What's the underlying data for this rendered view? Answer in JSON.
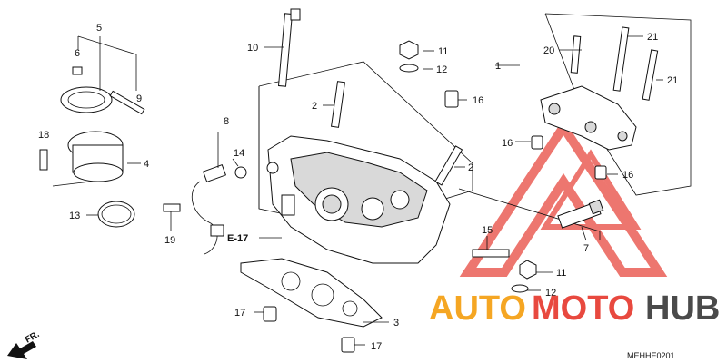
{
  "diagram": {
    "callouts": {
      "c1": "1",
      "c2a": "2",
      "c2b": "2",
      "c3": "3",
      "c4": "4",
      "c5": "5",
      "c6": "6",
      "c7": "7",
      "c8": "8",
      "c9": "9",
      "c10": "10",
      "c11a": "11",
      "c11b": "11",
      "c12a": "12",
      "c12b": "12",
      "c13": "13",
      "c14": "14",
      "c15": "15",
      "c16a": "16",
      "c16b": "16",
      "c16c": "16",
      "c17a": "17",
      "c17b": "17",
      "c18": "18",
      "c19": "19",
      "c20": "20",
      "c21a": "21",
      "c21b": "21"
    },
    "ref_label": "E-17",
    "direction_label": "FR.",
    "code": "MEHHE0201"
  },
  "watermark": {
    "part1": "AUTO",
    "part2": "MOTO",
    "part3": "HUB",
    "color1": "#f5a623",
    "color2": "#e8493f",
    "color3": "#4a4a4a"
  }
}
